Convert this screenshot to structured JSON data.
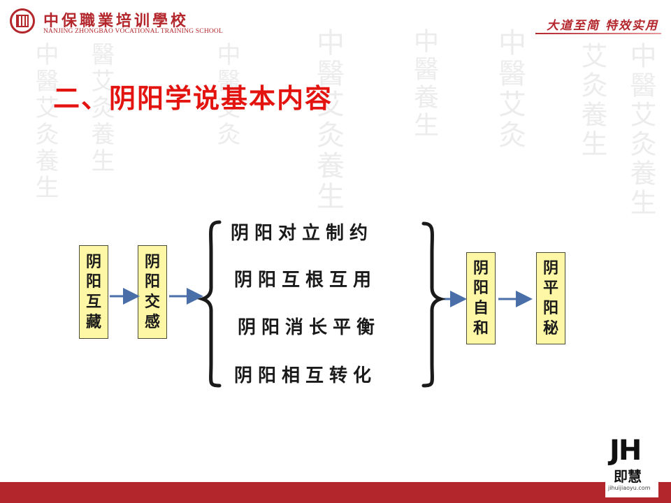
{
  "header": {
    "school_name_cn": "中保職業培训學校",
    "school_name_en": "NANJING ZHONGBAO VOCATIONAL TRAINING SCHOOL",
    "slogan": "大道至简 特效实用"
  },
  "slide": {
    "title": "二、阴阳学说基本内容",
    "left_boxes": [
      {
        "lines": [
          "阴",
          "阳",
          "互",
          "藏"
        ]
      },
      {
        "lines": [
          "阴",
          "阳",
          "交",
          "感"
        ]
      }
    ],
    "center_items": [
      "阴阳对立制约",
      "阴阳互根互用",
      "阴阳消长平衡",
      "阴阳相互转化"
    ],
    "right_boxes": [
      {
        "lines": [
          "阴",
          "阳",
          "自",
          "和"
        ]
      },
      {
        "lines": [
          "阴",
          "平",
          "阳",
          "秘"
        ]
      }
    ]
  },
  "watermark": {
    "logo_letters": "JH",
    "logo_cn": "即慧",
    "logo_url": "jihuijiaoyu.com"
  },
  "colors": {
    "brand_red": "#b3262b",
    "title_red": "#e3140f",
    "box_fill": "#fdf7a6",
    "arrow_blue": "#4a6fa8"
  }
}
